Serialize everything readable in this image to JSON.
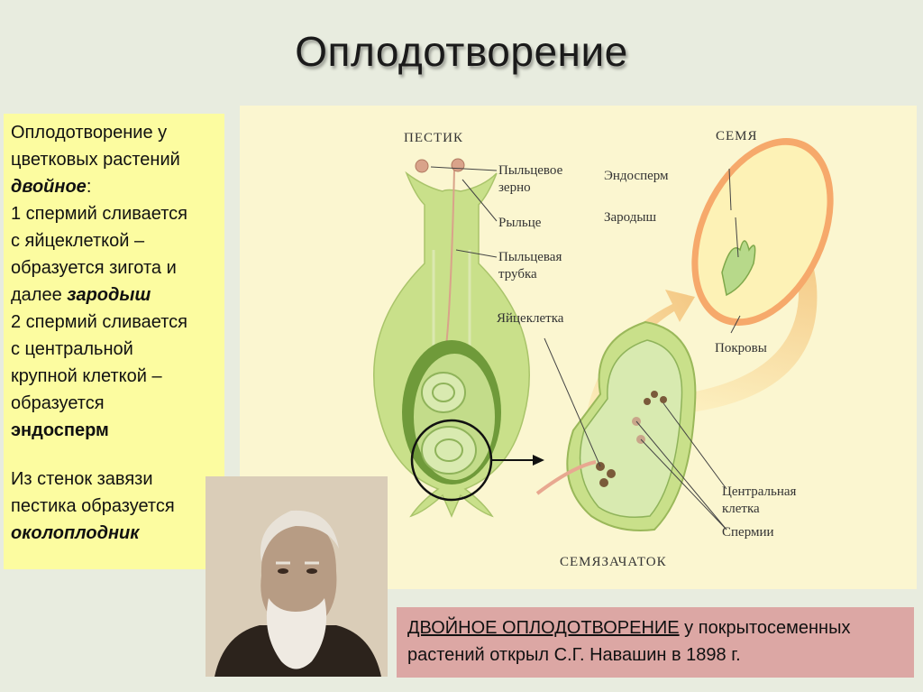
{
  "title": "Оплодотворение",
  "left_text": {
    "l1": "Оплодотворение у",
    "l2": "цветковых растений",
    "l3_bold": "двойное",
    "l3_rest": ":",
    "l4": "1 спермий сливается",
    "l5": "с яйцеклеткой –",
    "l6": "образуется зигота и",
    "l7_pre": "далее ",
    "l7_bold": "зародыш",
    "l8": "2 спермий сливается",
    "l9": "с центральной",
    "l10": "крупной клеткой –",
    "l11": "образуется",
    "l12_bold": "эндосперм",
    "l13": "Из стенок завязи",
    "l14": "пестика образуется",
    "l15_bold": "околоплодник"
  },
  "diagram": {
    "pistil_header": "ПЕСТИК",
    "seed_header": "СЕМЯ",
    "ovule_header": "СЕМЯЗАЧАТОК",
    "pollen_grain_1": "Пыльцевое",
    "pollen_grain_2": "зерно",
    "stigma": "Рыльце",
    "pollen_tube_1": "Пыльцевая",
    "pollen_tube_2": "трубка",
    "egg_cell": "Яйцеклетка",
    "endosperm": "Эндосперм",
    "embryo": "Зародыш",
    "seed_coat": "Покровы",
    "central_cell_1": "Центральная",
    "central_cell_2": "клетка",
    "sperms": "Спермии"
  },
  "caption": {
    "highlight": "ДВОЙНОЕ ОПЛОДОТВОРЕНИЕ",
    "rest1": " у покрытосеменных",
    "line2": "растений открыл С.Г. Навашин в 1898 г."
  },
  "colors": {
    "background": "#e8ecdf",
    "left_box": "#fcfca0",
    "diagram_panel": "#fbf6d0",
    "caption_box": "#dca7a4",
    "plant_green": "#c9e08a"
  }
}
